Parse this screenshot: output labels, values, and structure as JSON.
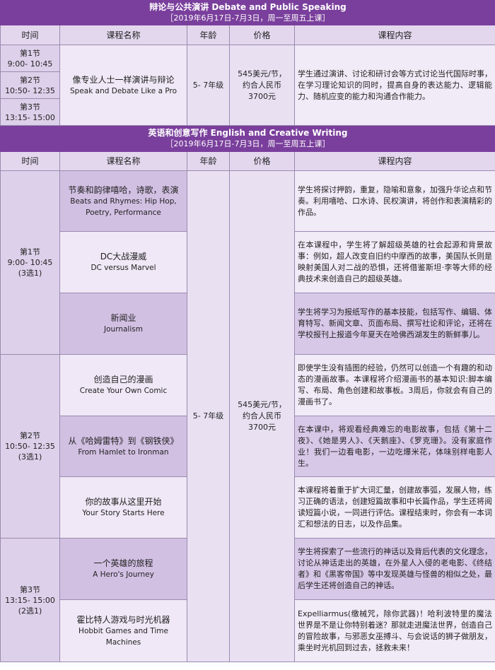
{
  "section1": {
    "title": "辩论与公共演讲 Debate and Public Speaking",
    "dates": "［2019年6月17日-7月3日，周一至周五上课］",
    "headers": {
      "time": "时间",
      "course": "课程名称",
      "age": "年龄",
      "price": "价格",
      "content": "课程内容"
    },
    "slots": [
      {
        "name": "第1节",
        "time": "9:00- 10:45"
      },
      {
        "name": "第2节",
        "time": "10:50- 12:35"
      },
      {
        "name": "第3节",
        "time": "13:15- 15:00"
      }
    ],
    "course": {
      "cn": "像专业人士一样演讲与辩论",
      "en": "Speak and Debate Like a Pro"
    },
    "age": "5- 7年级",
    "price": [
      "545美元/节，",
      "约合人民币",
      "3700元"
    ],
    "content": "学生通过演讲、讨论和研讨会等方式讨论当代国际时事，在学习理论知识的同时，提高自身的表达能力、逻辑能力、随机应变的能力和沟通合作能力。"
  },
  "section2": {
    "title": "英语和创意写作 English and Creative Writing",
    "dates": "［2019年6月17日-7月3日，周一至周五上课］",
    "headers": {
      "time": "时间",
      "course": "课程名称",
      "age": "年龄",
      "price": "价格",
      "content": "课程内容"
    },
    "age": "5- 7年级",
    "price": [
      "545美元/节，",
      "约合人民币",
      "3700元"
    ],
    "slots": [
      {
        "name": "第1节",
        "time": "9:00- 10:45",
        "choice": "(3选1)"
      },
      {
        "name": "第2节",
        "time": "10:50- 12:35",
        "choice": "(3选1)"
      },
      {
        "name": "第3节",
        "time": "13:15- 15:00",
        "choice": "(2选1)"
      }
    ],
    "courses": [
      {
        "cn": "节奏和韵律嘻哈，诗歌，表演",
        "en": "Beats and Rhymes: Hip Hop, Poetry, Performance",
        "content": "学生将探讨押韵，重复，隐喻和意象，加强升华论点和节奏。利用嘻哈、口水诗、民权演讲，将创作和表演精彩的作品。"
      },
      {
        "cn": "DC大战漫威",
        "en": "DC versus Marvel",
        "content": "在本课程中，学生将了解超级英雄的社会起源和背景故事：例如，超人改变自旧约中摩西的故事，美国队长则是映射美国人对二战的恐惧，还将借鉴斯坦·李等大师的经典技术来创造自己的超级英雄。"
      },
      {
        "cn": "新闻业",
        "en": "Journalism",
        "content": "学生将学习为报纸写作的基本技能，包括写作、编辑、体育特写、新闻文章、页面布局、撰写社论和评论，还将在学校报刊上报道今年夏天在哈佛西湖发生的新鲜事儿。"
      },
      {
        "cn": "创造自己的漫画",
        "en": "Create Your Own Comic",
        "content": "即使学生没有插图的经验，仍然可以创造一个有趣的和动态的漫画故事。本课程将介绍漫画书的基本知识:脚本编写、布局、角色创建和故事板。3周后，你就会有自己的漫画书了。"
      },
      {
        "cn": "从《哈姆雷特》到《钢铁侠》",
        "en": "From Hamlet to Ironman",
        "content": "在本课中，将观看经典难忘的电影故事，包括《第十二夜》、《她是男人》、《天鹅座》、《罗克珊》。没有家庭作业！我们一边看电影，一边吃爆米花，体味别样电影人生。"
      },
      {
        "cn": "你的故事从这里开始",
        "en": "Your Story Starts Here",
        "content": "本课程将着重于扩大词汇量，创建故事弧，发展人物，练习正确的语法，创建短篇故事和中长篇作品，学生还将阅读短篇小说，一同进行评估。课程结束时，你会有一本词汇和想法的日志，以及作品集。"
      },
      {
        "cn": "一个英雄的旅程",
        "en": "A Hero's Journey",
        "content": "学生将探索了一些流行的神话以及背后代表的文化理念，讨论从神话走出的英雄，在外星人入侵的老电影、《终结者》和《黑客帝国》等中发现英雄与怪兽的相似之处，最后学生还将创造自己的神话。"
      },
      {
        "cn": "霍比特人游戏与时光机器",
        "en": "Hobbit Games and Time Machines",
        "content": "Expelliarmus(缴械咒，除你武器)！哈利波特里的魔法世界是不是让你特别着迷？那就走进魔法世界，创造自己的冒险故事，与邪恶女巫搏斗、与会说话的狮子做朋友，乘坐时光机回到过去，拯救未来！"
      }
    ]
  }
}
